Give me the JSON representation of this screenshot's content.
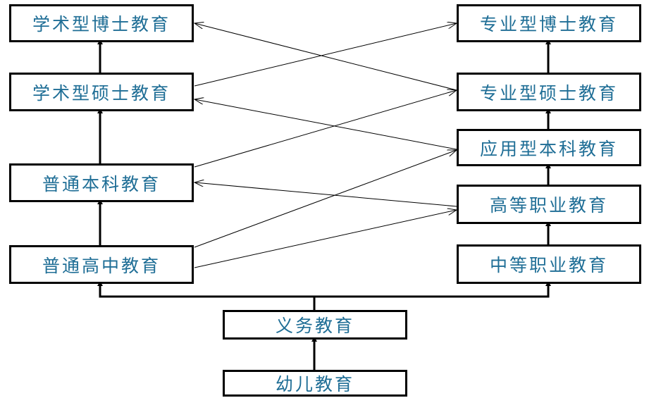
{
  "nodes": {
    "academic_doctor": "学术型博士教育",
    "academic_master": "学术型硕士教育",
    "general_bachelor": "普通本科教育",
    "general_high_school": "普通高中教育",
    "professional_doctor": "专业型博士教育",
    "professional_master": "专业型硕士教育",
    "applied_bachelor": "应用型本科教育",
    "higher_vocational": "高等职业教育",
    "secondary_vocational": "中等职业教育",
    "compulsory": "义务教育",
    "preschool": "幼儿教育"
  }
}
